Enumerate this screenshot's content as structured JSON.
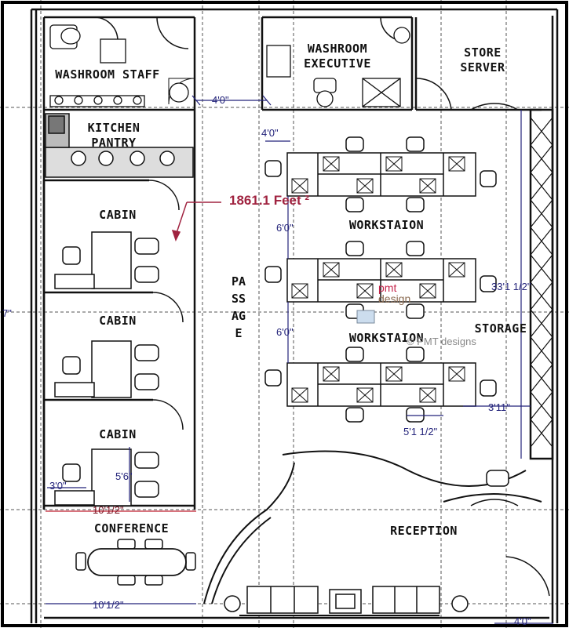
{
  "rooms": {
    "washroom_staff": "WASHROOM STAFF",
    "washroom_executive": "WASHROOM EXECUTIVE",
    "store_server": "STORE SERVER",
    "kitchen_pantry": "KITCHEN PANTRY",
    "cabin_1": "CABIN",
    "cabin_2": "CABIN",
    "cabin_3": "CABIN",
    "workstation_1": "WORKSTAION",
    "workstation_2": "WORKSTAION",
    "storage": "STORAGE",
    "conference": "CONFERENCE",
    "reception": "RECEPTION",
    "passage": "PASSAGE"
  },
  "area_label": "1861.1 Feet ²",
  "dimensions": {
    "d_4_0_top": "4'0\"",
    "d_4_0_mid": "4'0\"",
    "d_6_0_a": "6'0\"",
    "d_6_0_b": "6'0\"",
    "d_33_1": "33'1 1/2\"",
    "d_3_11": "3'11\"",
    "d_5_1": "5'1 1/2\"",
    "d_5_6": "5'6\"",
    "d_3_0": "3'0\"",
    "d_10_1_a": "10'1/2\"",
    "d_10_1_b": "10'1/2\"",
    "d_4_0_bottom": "4'0\"",
    "d_left_edge": "7\""
  },
  "logo": {
    "line1": "pmt",
    "line2": "design"
  },
  "copyright": "© PMT designs",
  "colors": {
    "wall": "#111111",
    "dimension": "#23237a",
    "area": "#a02340",
    "logo": "#c4234a"
  }
}
